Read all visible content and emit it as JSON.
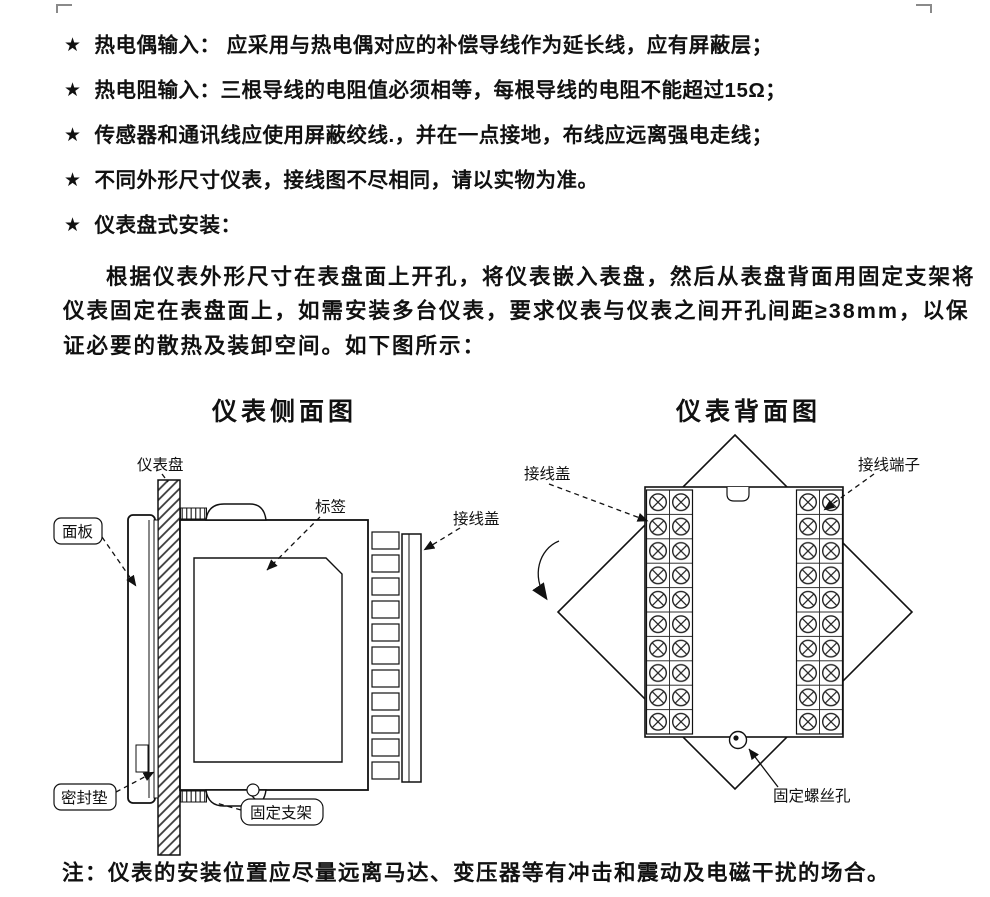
{
  "page": {
    "bullet_marker": "★",
    "bullets": [
      "热电偶输入： 应采用与热电偶对应的补偿导线作为延长线，应有屏蔽层；",
      "热电阻输入：三根导线的电阻值必须相等，每根导线的电阻不能超过15Ω；",
      "传感器和通讯线应使用屏蔽绞线.，并在一点接地，布线应远离强电走线；",
      "不同外形尺寸仪表，接线图不尽相同，请以实物为准。",
      "仪表盘式安装："
    ],
    "paragraph": "根据仪表外形尺寸在表盘面上开孔，将仪表嵌入表盘，然后从表盘背面用固定支架将仪表固定在表盘面上，如需安装多台仪表，要求仪表与仪表之间开孔间距≥38mm，以保证必要的散热及装卸空间。如下图所示：",
    "figures": {
      "side": {
        "title": "仪表侧面图",
        "labels": {
          "panel_board": "仪表盘",
          "front_panel": "面板",
          "sticker": "标签",
          "terminal_cover": "接线盖",
          "gasket": "密封垫",
          "bracket": "固定支架"
        }
      },
      "back": {
        "title": "仪表背面图",
        "labels": {
          "terminal_cover": "接线盖",
          "terminals": "接线端子",
          "screw_hole": "固定螺丝孔"
        }
      }
    },
    "note": "注：仪表的安装位置应尽量远离马达、变压器等有冲击和震动及电磁干扰的场合。"
  }
}
